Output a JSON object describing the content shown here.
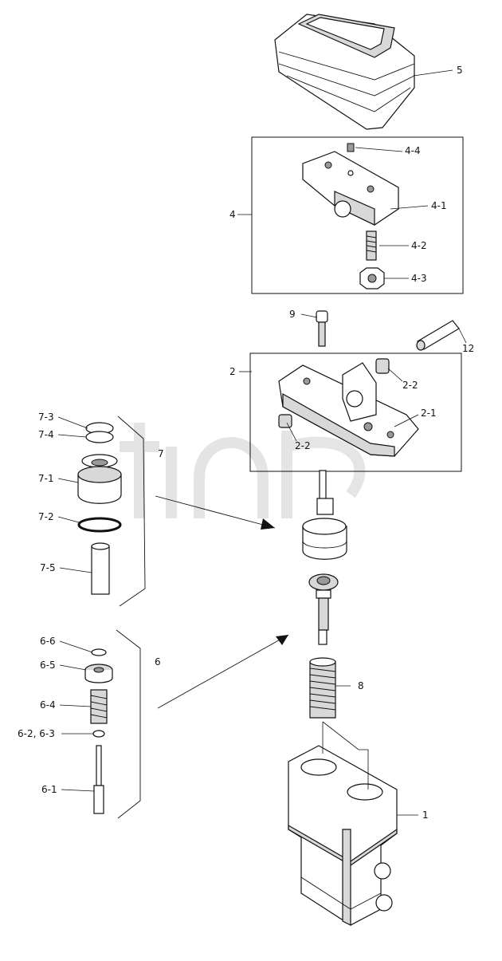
{
  "labels": {
    "l5": "5",
    "l4_4": "4-4",
    "l4_1": "4-1",
    "l4": "4",
    "l4_2": "4-2",
    "l4_3": "4-3",
    "l9": "9",
    "l12": "12",
    "l2": "2",
    "l2_2a": "2-2",
    "l2_1": "2-1",
    "l2_2b": "2-2",
    "l7_3": "7-3",
    "l7_4": "7-4",
    "l7": "7",
    "l7_1": "7-1",
    "l7_2": "7-2",
    "l7_5": "7-5",
    "l6_6": "6-6",
    "l6_5": "6-5",
    "l6": "6",
    "l6_4": "6-4",
    "l6_23": "6-2, 6-3",
    "l6_1": "6-1",
    "l8": "8",
    "l1": "1"
  },
  "watermark": "TM",
  "colors": {
    "line": "#111111",
    "shade": "#d8d8d8",
    "watermark": "#e4e4e4"
  }
}
